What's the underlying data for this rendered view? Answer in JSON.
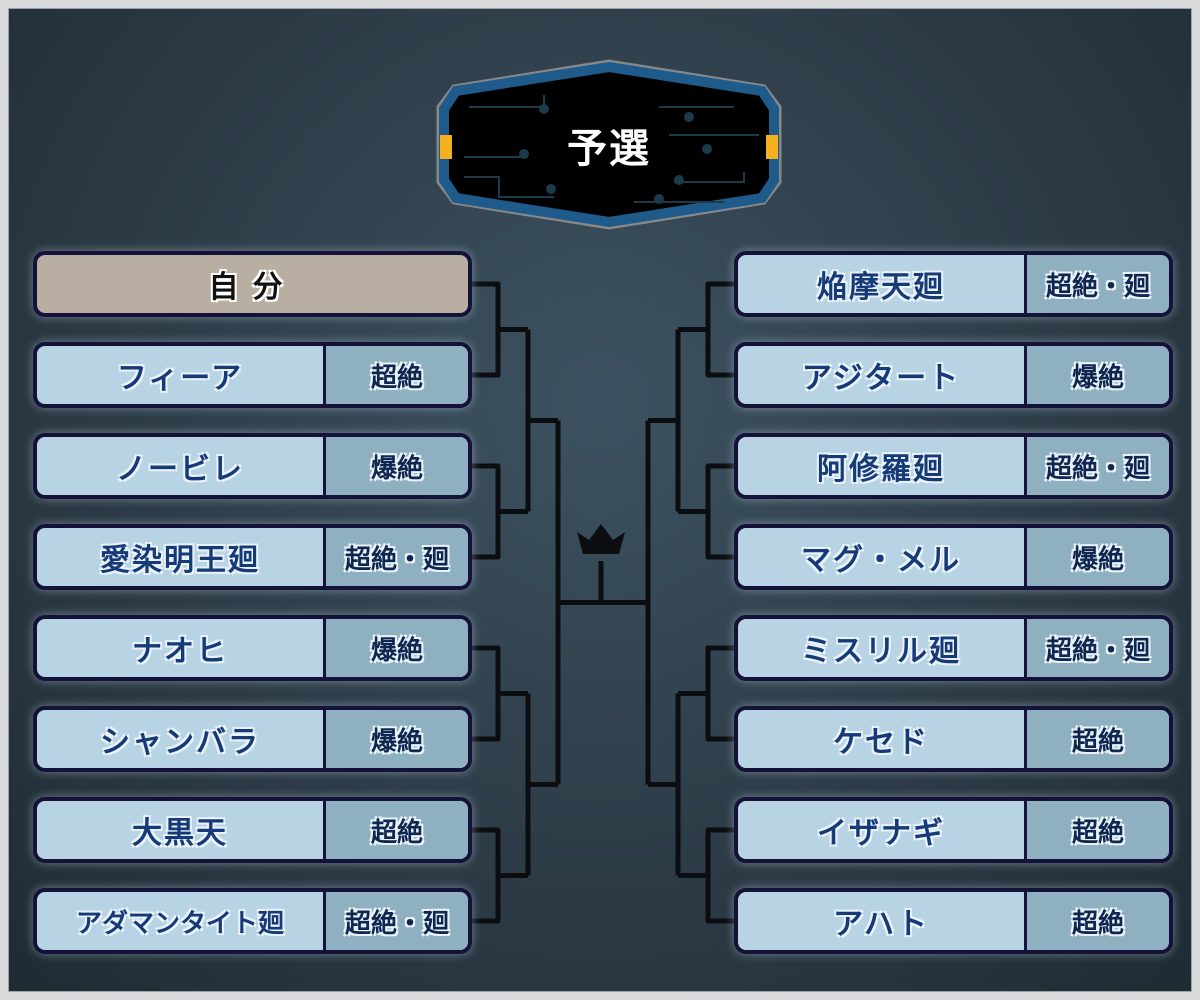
{
  "title": "予選",
  "left": [
    {
      "name": "自分",
      "rank": "",
      "self": true
    },
    {
      "name": "フィーア",
      "rank": "超絶"
    },
    {
      "name": "ノービレ",
      "rank": "爆絶"
    },
    {
      "name": "愛染明王廻",
      "rank": "超絶・廻"
    },
    {
      "name": "ナオヒ",
      "rank": "爆絶"
    },
    {
      "name": "シャンバラ",
      "rank": "爆絶"
    },
    {
      "name": "大黒天",
      "rank": "超絶"
    },
    {
      "name": "アダマンタイト廻",
      "rank": "超絶・廻"
    }
  ],
  "right": [
    {
      "name": "焔摩天廻",
      "rank": "超絶・廻"
    },
    {
      "name": "アジタート",
      "rank": "爆絶"
    },
    {
      "name": "阿修羅廻",
      "rank": "超絶・廻"
    },
    {
      "name": "マグ・メル",
      "rank": "爆絶"
    },
    {
      "name": "ミスリル廻",
      "rank": "超絶・廻"
    },
    {
      "name": "ケセド",
      "rank": "超絶"
    },
    {
      "name": "イザナギ",
      "rank": "超絶"
    },
    {
      "name": "アハト",
      "rank": "超絶"
    }
  ],
  "colors": {
    "row": "#b8d3e3",
    "rank": "#8fb0c0",
    "self": "#b8afa2",
    "border": "#15123a",
    "text": "#163a78"
  }
}
